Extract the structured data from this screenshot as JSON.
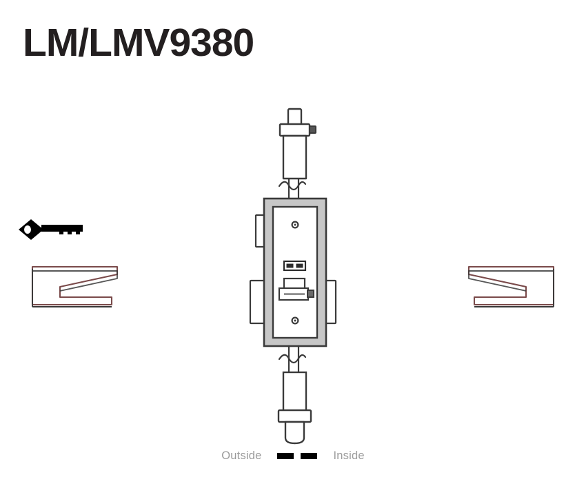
{
  "page": {
    "background_color": "#ffffff",
    "title": "LM/LMV9380",
    "title_color": "#231f20"
  },
  "diagram": {
    "name": "mortise-lock-elevation-drawing",
    "description": "Technical line drawing of a mortise lock body with key, levers and top and bottom vertical rod bolts",
    "colors": {
      "outline": "#3a3a3a",
      "faceplate_fill": "#c7c7c7",
      "panel_fill": "#ffffff",
      "lever_outline": "#7a4a4a",
      "key_fill": "#000000",
      "door_dash": "#000000",
      "caption_text": "#9b9b9b"
    },
    "parts": [
      {
        "id": "top-bolt-cap",
        "label": "Top bolt cap"
      },
      {
        "id": "top-bolt-collar",
        "label": "Top bolt collar"
      },
      {
        "id": "top-bolt-nub",
        "label": "Top bolt set screw"
      },
      {
        "id": "top-bolt-body",
        "label": "Top bolt body"
      },
      {
        "id": "top-break-symbol",
        "label": "Top rod break symbol"
      },
      {
        "id": "lock-faceplate",
        "label": "Lock case faceplate"
      },
      {
        "id": "lock-inner-panel",
        "label": "Lock case inner panel"
      },
      {
        "id": "screw-top",
        "label": "Upper faceplate screw"
      },
      {
        "id": "screw-bottom",
        "label": "Lower faceplate screw"
      },
      {
        "id": "cylinder-plate",
        "label": "Key cylinder plate"
      },
      {
        "id": "key",
        "label": "Key"
      },
      {
        "id": "indicator-window",
        "label": "Indicator window"
      },
      {
        "id": "latch-mechanism",
        "label": "Latch bolt mechanism"
      },
      {
        "id": "rose-outside",
        "label": "Outside rose plate"
      },
      {
        "id": "rose-inside",
        "label": "Inside rose plate"
      },
      {
        "id": "lever-outside",
        "label": "Outside lever handle"
      },
      {
        "id": "lever-inside",
        "label": "Inside lever handle"
      },
      {
        "id": "bottom-break-symbol",
        "label": "Bottom rod break symbol"
      },
      {
        "id": "bottom-bolt-body",
        "label": "Bottom bolt body"
      },
      {
        "id": "bottom-bolt-collar",
        "label": "Bottom bolt collar"
      },
      {
        "id": "bottom-bolt-rod",
        "label": "Bottom bolt rod"
      }
    ]
  },
  "caption": {
    "outside_label": "Outside",
    "inside_label": "Inside",
    "door_dash_count": 2
  }
}
